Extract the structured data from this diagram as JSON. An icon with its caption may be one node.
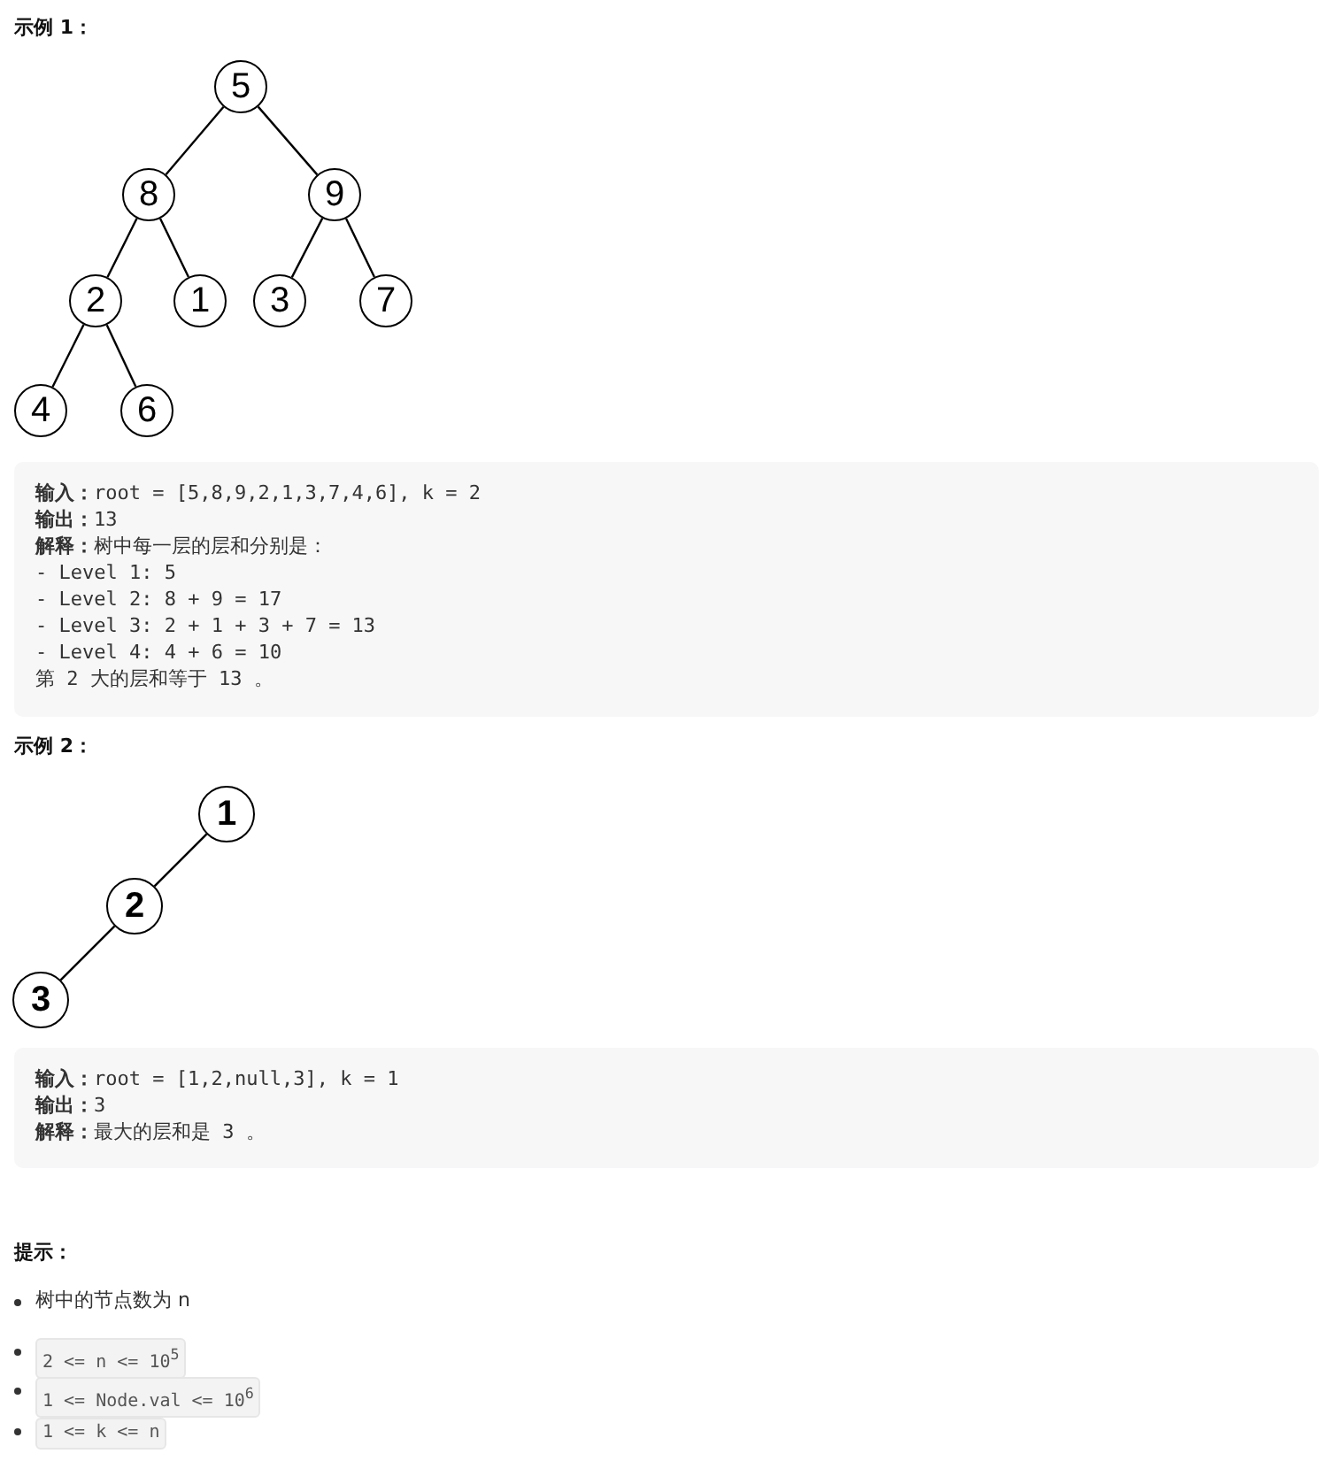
{
  "diagram": {
    "nodes": [
      {
        "text": [
          "5"
        ]
      },
      {
        "text": [
          "8"
        ]
      },
      {
        "text": [
          "9"
        ]
      },
      {
        "text": [
          "2"
        ]
      },
      {
        "text": [
          "1"
        ]
      },
      {
        "text": [
          "3"
        ]
      },
      {
        "text": [
          "7"
        ]
      },
      {
        "text": [
          "4"
        ]
      },
      {
        "text": [
          "6"
        ]
      },
      {
        "text": [
          "1"
        ]
      },
      {
        "text": [
          "2"
        ]
      },
      {
        "text": [
          "3"
        ]
      }
    ],
    "edges": [
      {
        "from": 0,
        "to": 1,
        "arrow": "none"
      },
      {
        "from": 0,
        "to": 2,
        "arrow": "none"
      },
      {
        "from": 1,
        "to": 3,
        "arrow": "none"
      },
      {
        "from": 1,
        "to": 4,
        "arrow": "none"
      },
      {
        "from": 2,
        "to": 5,
        "arrow": "none"
      },
      {
        "from": 2,
        "to": 6,
        "arrow": "none"
      },
      {
        "from": 3,
        "to": 7,
        "arrow": "none"
      },
      {
        "from": 3,
        "to": 8,
        "arrow": "none"
      },
      {
        "from": 9,
        "to": 10,
        "arrow": "none"
      },
      {
        "from": 10,
        "to": 11,
        "arrow": "none"
      }
    ],
    "labels": [
      "示例 1：",
      "**输入：**root = [5,8,9,2,1,3,7,4,6], k = 2",
      "**输出：**13",
      "**解释：**树中每一层的层和分别是：",
      "- Level 1: 5",
      "- Level 2: 8 + 9 = 17",
      "- Level 3: 2 + 1 + 3 + 7 = 13",
      "- Level 4: 4 + 6 = 10",
      "第 2 大的层和等于 13 。",
      "示例 2：",
      "**输入：**root = [1,2,null,3], k = 1",
      "**输出：**3",
      "**解释：**最大的层和是 3 。",
      "提示：",
      "树中的节点数为 n",
      "2 <= n <= 10$^{5}$",
      "1 <= Node.val <= 10$^{6}$",
      "1 <= k <= n"
    ]
  }
}
